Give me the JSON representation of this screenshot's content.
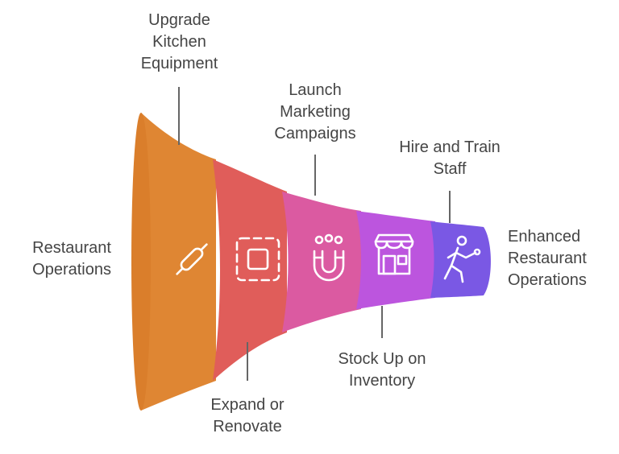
{
  "start_label": [
    "Restaurant",
    "Operations"
  ],
  "end_label": [
    "Enhanced",
    "Restaurant",
    "Operations"
  ],
  "stages": [
    {
      "label": [
        "Upgrade",
        "Kitchen",
        "Equipment"
      ],
      "color": "#DF8633",
      "icon": "rolling-pin-icon",
      "label_position": "top"
    },
    {
      "label": [
        "Expand or",
        "Renovate"
      ],
      "color": "#E05D5A",
      "icon": "expand-square-icon",
      "label_position": "bottom"
    },
    {
      "label": [
        "Launch",
        "Marketing",
        "Campaigns"
      ],
      "color": "#DB5AA1",
      "icon": "magnet-audience-icon",
      "label_position": "top"
    },
    {
      "label": [
        "Stock Up on",
        "Inventory"
      ],
      "color": "#BC55DE",
      "icon": "storefront-icon",
      "label_position": "bottom"
    },
    {
      "label": [
        "Hire and Train",
        "Staff"
      ],
      "color": "#7A58E4",
      "icon": "staff-training-icon",
      "label_position": "top"
    }
  ]
}
